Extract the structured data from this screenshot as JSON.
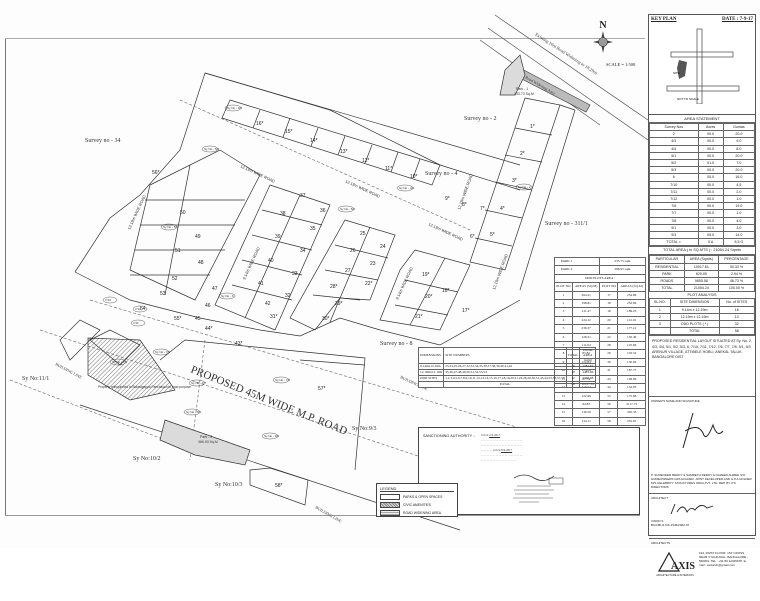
{
  "title_block": {
    "key_plan_label": "KEY PLAN",
    "date_label": "DATE : 7-9-17",
    "scale": "SCALE = 1:500",
    "north_label": "N"
  },
  "area_statement": {
    "title": "AREA STATEMENT",
    "headers": [
      "Survey Nos",
      "Acres",
      "Guntas"
    ],
    "rows": [
      [
        "2",
        "00.0",
        "20.0"
      ],
      [
        "4/3",
        "00.0",
        "9.0"
      ],
      [
        "4/4",
        "00.0",
        "8.0"
      ],
      [
        "5/1",
        "00.0",
        "20.0"
      ],
      [
        "5/2",
        "01.0",
        "7.0"
      ],
      [
        "5/3",
        "00.0",
        "20.0"
      ],
      [
        "6",
        "00.0",
        "16.0"
      ],
      [
        "7/10",
        "00.0",
        "4.5"
      ],
      [
        "7/11",
        "00.0",
        "2.0"
      ],
      [
        "7/12",
        "00.0",
        "1.0"
      ],
      [
        "7/6",
        "00.0",
        "19.0"
      ],
      [
        "7/7",
        "00.0",
        "1.0"
      ],
      [
        "7/8",
        "00.0",
        "4.0"
      ],
      [
        "9/1",
        "00.0",
        "3.0"
      ],
      [
        "9/3",
        "00.0",
        "14.0"
      ]
    ],
    "total_row": [
      "TOTAL =",
      "5 A",
      "8.5 G"
    ],
    "total_area": "TOTAL AREA ( In SQ.MTS ) : 21054.24 Sqmts"
  },
  "area_breakup": {
    "headers": [
      "PARTICULAR",
      "AREA (Sqmts)",
      "PERCENTAGE"
    ],
    "rows": [
      [
        "RESIDENTIAL",
        "10017.61",
        "50.33 %"
      ],
      [
        "PARK",
        "620.05",
        "2.94 %"
      ],
      [
        "ROADS",
        "9655.58",
        "46.73 %"
      ],
      [
        "TOTAL",
        "21054.24",
        "100.00 %"
      ]
    ]
  },
  "plot_analysis": {
    "title": "PLOT ANALYSIS",
    "headers": [
      "SL.NO.",
      "SITE DIMENSION",
      "No. of SITES"
    ],
    "rows": [
      [
        "1",
        "9.14m x 12.19m",
        "16"
      ],
      [
        "2",
        "12.19m x 12.19m",
        "10"
      ],
      [
        "3",
        "ODD PLOTS ( * )",
        "32"
      ]
    ],
    "total": [
      "TOTAL",
      "58"
    ]
  },
  "project_description": "PROPOSED RESIDENTIAL LAYOUT SITUATED AT Sy. No. 2, 4/3, 4/4, 5/1, 5/2, 5/3, 6, 7/10, 7/11, 7/12, 7/6, 7/7, 7/8, 9/1, 9/3 ARENUR VILLAGE, ATTIBELE HOBLI, ANEKAL TALUK, BANGALORE DIST",
  "owner": {
    "label": "OWNER'S NAME AND SIGNATURE",
    "details": "P. SURENDER REDDY & SAMRETH REDDY & NAZEER AHMED S/O HOMEOWNERS GPA HOLDER, JOINT DEVELOPER AND G.P.A HOLDER M/S CELEBRITY STRUCTURES INDIA PVT. LTD. REP. BY ITS DIRECTORS"
  },
  "architect": {
    "label": "ARCHITECT",
    "name": "VINOD S",
    "reg": "BCC/BL/3.6/A-1546/2002-07",
    "label2": "ARCHITECTS",
    "firm_logo": "AXIS",
    "firm_tagline": "ARCHITECTURE & INTERIORS",
    "address": "194, FIRST FLOOR, 1ST CROSS, NEAR VYALIKAVAL, BANGALORE - 560003. TEL : +91 80 12345678, E-mail : axisarch@gmail.com"
  },
  "parks": [
    {
      "label": "PARK 1",
      "area": "233.73 sqm."
    },
    {
      "label": "PARK 2",
      "area": "386.93 sqm."
    }
  ],
  "odd_plots": {
    "title": "ODD PLOTS AREA :",
    "headers": [
      "PLOT NO",
      "AREAS (SQ.M)",
      "PLOT NO",
      "AREAS (SQ.M)"
    ],
    "rows": [
      [
        "1",
        "264.21",
        "17",
        "254.69"
      ],
      [
        "2",
        "198.81",
        "18",
        "232.84"
      ],
      [
        "3",
        "211.47",
        "19",
        "189.23"
      ],
      [
        "4",
        "224.12",
        "20",
        "141.91"
      ],
      [
        "5",
        "236.37",
        "21",
        "177.12"
      ],
      [
        "6",
        "126.51",
        "22",
        "150.49"
      ],
      [
        "7",
        "111.04",
        "28",
        "125.66"
      ],
      [
        "8",
        "83.82",
        "29",
        "103.52"
      ],
      [
        "9",
        "112.84",
        "30",
        "130.84"
      ],
      [
        "10",
        "115.00",
        "31",
        "187.75"
      ],
      [
        "11",
        "87.74",
        "43",
        "148.66"
      ],
      [
        "12",
        "119.24",
        "44",
        "154.03"
      ],
      [
        "13",
        "122.99",
        "55",
        "175.68"
      ],
      [
        "14",
        "94.83",
        "56",
        "2117.73"
      ],
      [
        "15",
        "130.50",
        "57",
        "302.33"
      ],
      [
        "16",
        "134.11",
        "58",
        "255.81"
      ]
    ]
  },
  "dimensions_table": {
    "headers": [
      "DIMENSIONS",
      "SITE NUMBERS",
      "TOTAL",
      "TOTAL AREA (sqm)"
    ],
    "rows": [
      [
        "9.14mx12.19m",
        "23,24,25,26,27,32,33,34,35,36,37,38,39,40,41,42",
        "16",
        "1782.67"
      ],
      [
        "12.19mx12.19m",
        "45,46,47,48,49,50,51,52,53,54",
        "10",
        "1485.96"
      ],
      [
        "ODD SITES",
        "1,2,3,4,5,6,7,8,9,10,11,12,13,14,15,16,17,18,19,20,21,22,28,29,30,31,43,44,55,56,57,58",
        "32",
        "7348.98"
      ]
    ],
    "total": [
      "TOTAL",
      "58",
      "10017.61"
    ]
  },
  "sanction": {
    "label": "SANCTIONING AUTHORITY :-",
    "date": "2-9-2017",
    "ref": "8-9-2017"
  },
  "legend": {
    "title": "LEGEND",
    "items": [
      "PARKS & OPEN SPACES",
      "CIVIC AMENITIES",
      "ROAD WIDENING AREA"
    ]
  },
  "map_labels": {
    "proposed_road": "PROPOSED 45M WIDE M.P. ROAD",
    "existing_road": "Existing 10m Road Widening to 18.29m",
    "road_widening": "Road Widening Area",
    "road_12": "12.19m WIDE ROAD",
    "road_9": "9.14m WIDE ROAD",
    "building_line": "BUILDING LINE",
    "relinquished": "Property relinquished to Bidaragappa Panchayat for road purpose",
    "park1": "Park - 1\n233.73 Sq.M",
    "park2": "Park - 2\n386.93 Sq.M",
    "surveys": [
      "Survey no - 34",
      "Survey no - 2",
      "Survey no - 4",
      "Survey no - 311/1",
      "Survey no - 8",
      "Sy No:11/1",
      "Sy No:10/2",
      "Sy No:10/3",
      "Sy No:9/3"
    ],
    "sy_tags": [
      "Sy No - 4/3",
      "Sy No - 5/3",
      "Sy No - 5/2",
      "Sy No - 5/1",
      "Sy No - 6",
      "Sy No - 2",
      "Sy No - 7/10",
      "Sy No - 7/11",
      "Sy No - 7/6",
      "Sy No - 7/7",
      "Sy No - 9/1",
      "Sy No - 7/8",
      "Sy No - 9/3",
      "Sy No - 7/12"
    ]
  }
}
